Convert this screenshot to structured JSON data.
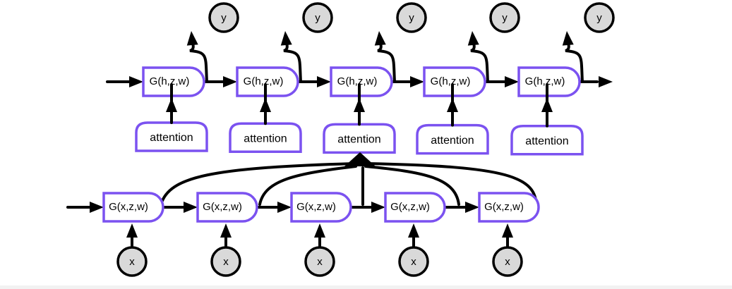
{
  "decoder": {
    "gate_label": "G(h,z,w)",
    "attention_label": "attention",
    "output_label": "y",
    "count": 5
  },
  "encoder": {
    "gate_label": "G(x,z,w)",
    "input_label": "x",
    "count": 5
  },
  "colors": {
    "node_border": "#7b52f0",
    "circle_fill": "#d9d9d9",
    "wire": "#000000"
  }
}
